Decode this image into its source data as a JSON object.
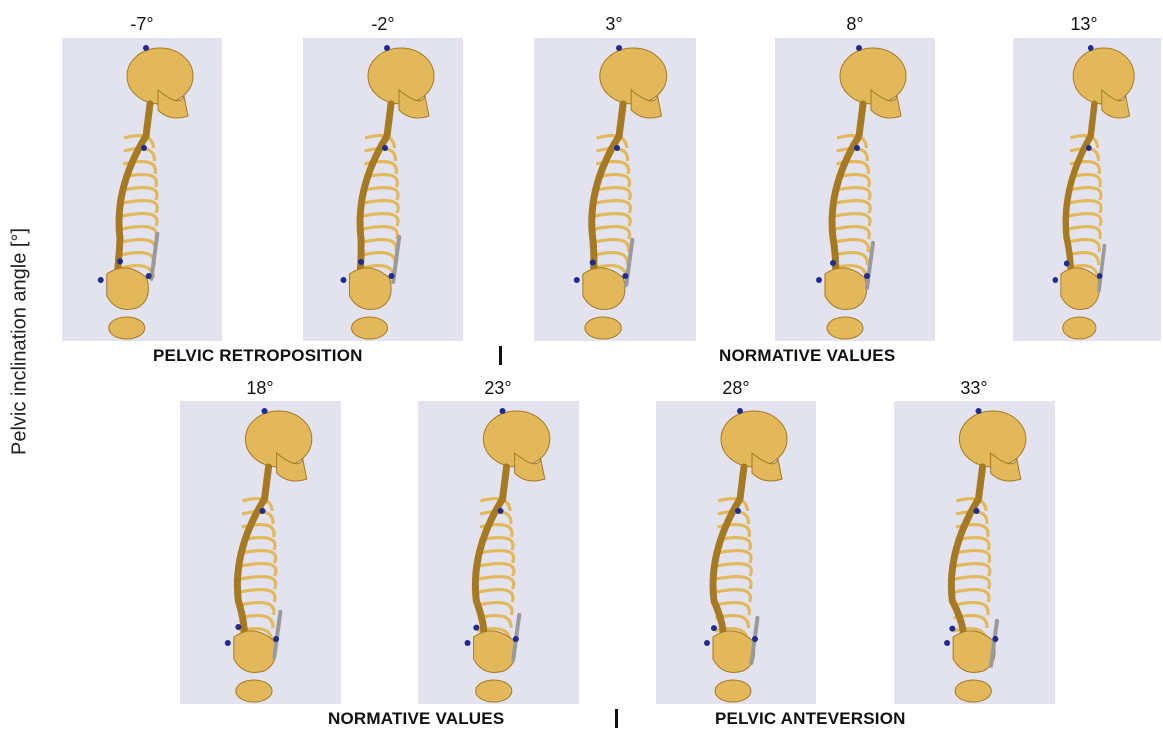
{
  "y_axis_label": "Pelvic inclination angle [°]",
  "panels": [
    {
      "angle": "-7°"
    },
    {
      "angle": "-2°"
    },
    {
      "angle": "3°"
    },
    {
      "angle": "8°"
    },
    {
      "angle": "13°"
    },
    {
      "angle": "18°"
    },
    {
      "angle": "23°"
    },
    {
      "angle": "28°"
    },
    {
      "angle": "33°"
    }
  ],
  "row1_captions": {
    "left": "PELVIC RETROPOSITION",
    "separator": "|",
    "right": "NORMATIVE VALUES"
  },
  "row2_captions": {
    "left": "NORMATIVE VALUES",
    "separator": "|",
    "right": "PELVIC ANTEVERSION"
  },
  "colors": {
    "panel_bg": "#e2e3ef",
    "bone": "#e2b85a",
    "marker": "#1f2b8f",
    "plate": "#9a9a9a"
  }
}
